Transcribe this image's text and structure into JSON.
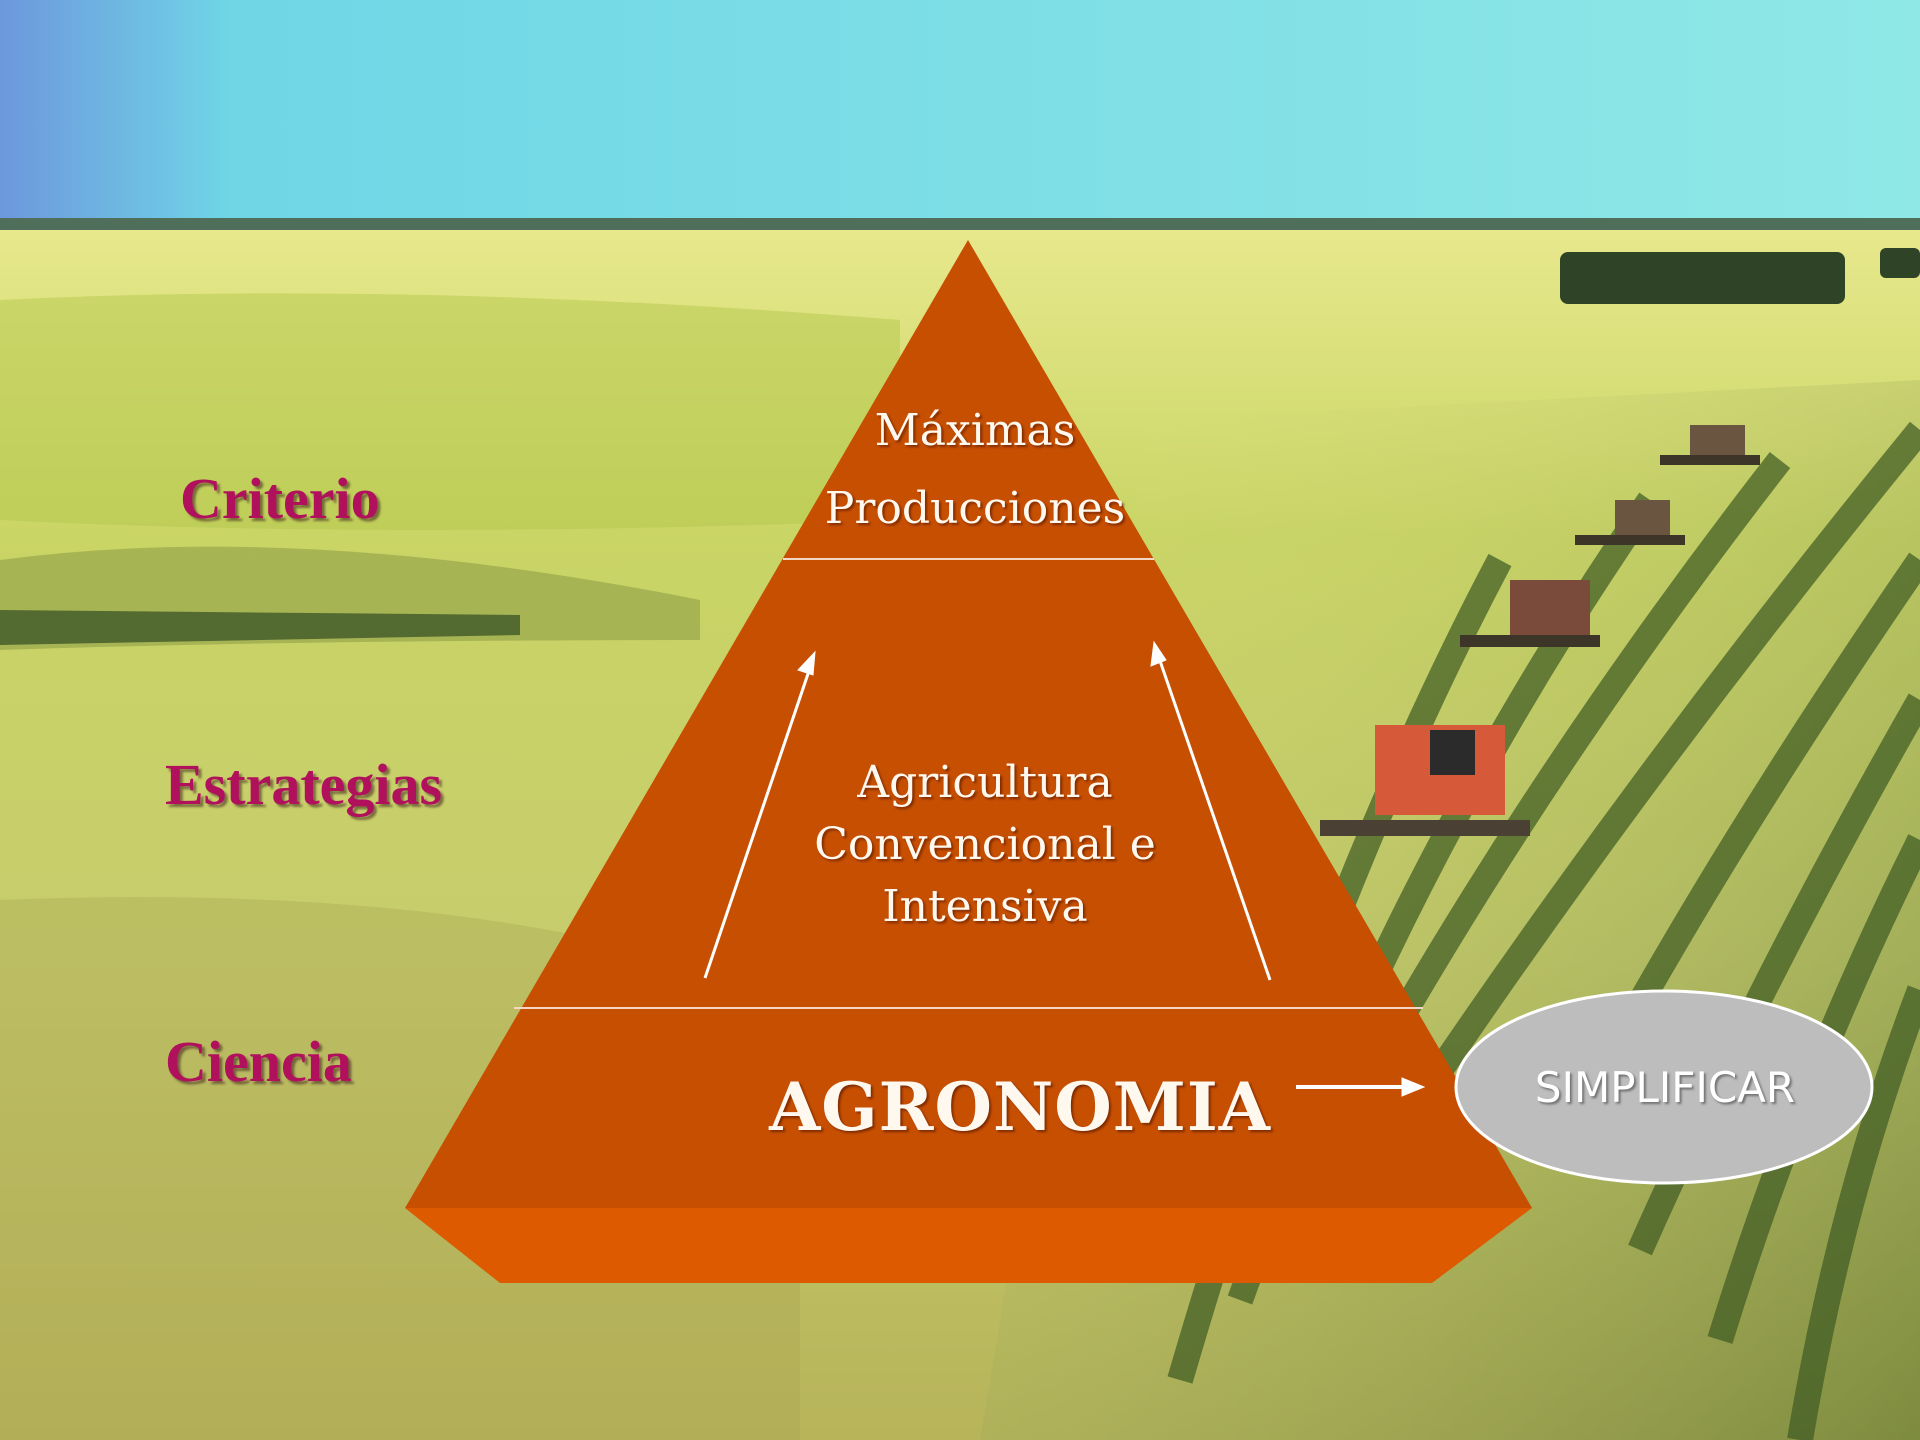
{
  "side_labels": {
    "criterio": "Criterio",
    "estrategias": "Estrategias",
    "ciencia": "Ciencia"
  },
  "pyramid": {
    "top_line_1": "Máximas",
    "top_line_2": "Producciones",
    "middle_line_1": "Agricultura",
    "middle_line_2": "Convencional e",
    "middle_line_3": "Intensiva",
    "base": "AGRONOMIA"
  },
  "callout": {
    "label": "SIMPLIFICAR"
  },
  "colors": {
    "pyramid_fill": "#c64f02",
    "pyramid_front_face": "#dd5a00",
    "label_magenta": "#b0105c",
    "callout_grey": "#bdbdbd",
    "sky": "#7fe3e3",
    "field": "#d6d870"
  }
}
